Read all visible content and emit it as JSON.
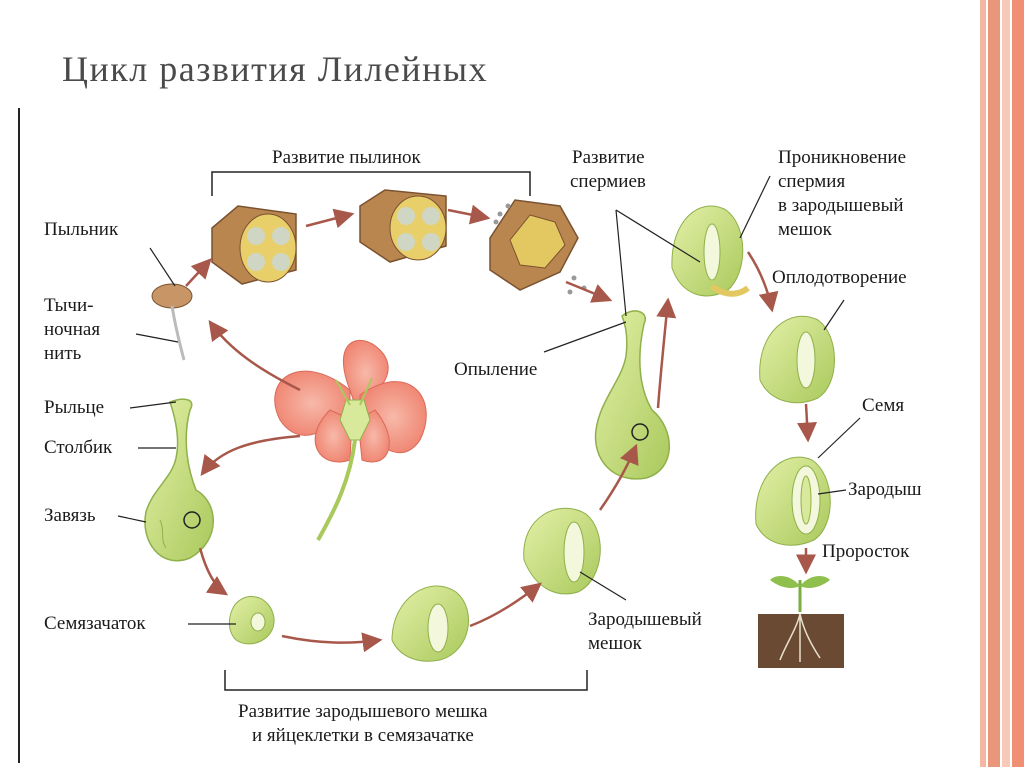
{
  "slide": {
    "title": "Цикл развития Лилейных",
    "stripe_colors": [
      "#f4b7a4",
      "#e9967a",
      "#f6c9b8",
      "#f08f74"
    ]
  },
  "labels": {
    "anther_dev_l1": "Развитие пылинок",
    "sperm_dev_l1": "Развитие",
    "sperm_dev_l2": "спермиев",
    "penetration_l1": "Проникновение",
    "penetration_l2": "спермия",
    "penetration_l3": "в зародышевый",
    "penetration_l4": "мешок",
    "fertilization": "Оплодотворение",
    "anther": "Пыльник",
    "filament_l1": "Тычи-",
    "filament_l2": "ночная",
    "filament_l3": "нить",
    "pollination": "Опыление",
    "seed": "Семя",
    "stigma": "Рыльце",
    "style": "Столбик",
    "embryo": "Зародыш",
    "ovary": "Завязь",
    "sprout": "Проросток",
    "ovule": "Семязачаток",
    "embryo_sac_l1": "Зародышевый",
    "embryo_sac_l2": "мешок",
    "bottom_caption_l1": "Развитие зародышевого мешка",
    "bottom_caption_l2": "и яйцеклетки в семязачатке"
  },
  "colors": {
    "tissue_green": "#cfe38a",
    "tissue_green_dark": "#8fb04a",
    "anther_brown": "#b5804a",
    "petal_red": "#f08a78",
    "arrow": "#a8584a",
    "soil": "#6b4a33"
  }
}
